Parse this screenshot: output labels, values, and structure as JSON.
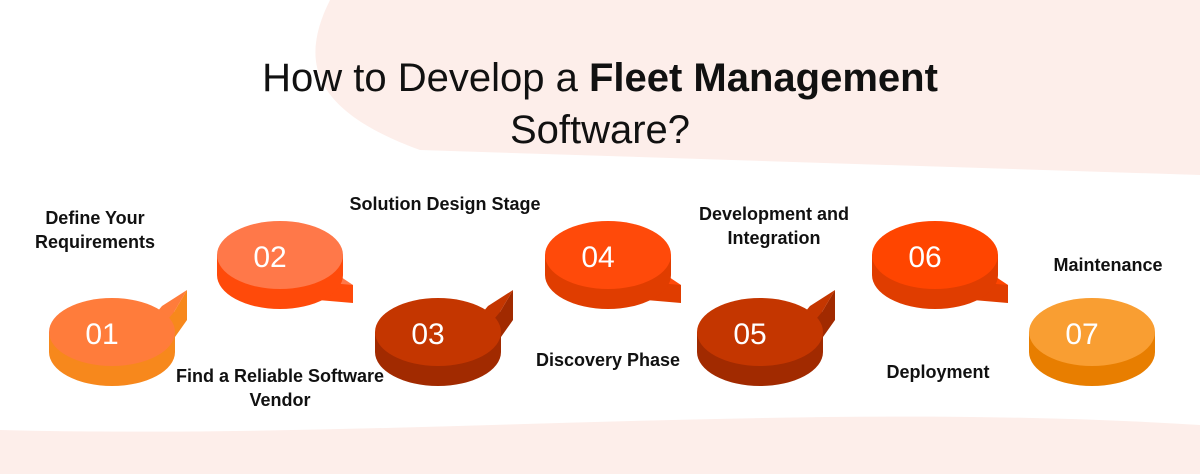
{
  "title": {
    "line1_regular": "How to Develop a ",
    "line1_bold": "Fleet Management",
    "line2": "Software?"
  },
  "steps": [
    {
      "number": "01",
      "label": "Define Your Requirements",
      "top_color": "#FF7C3B",
      "side_color": "#F7881C",
      "arrow": "up"
    },
    {
      "number": "02",
      "label": "Find a Reliable Software Vendor",
      "top_color": "#FF7849",
      "side_color": "#FF4A0A",
      "arrow": "down"
    },
    {
      "number": "03",
      "label": "Solution Design Stage",
      "top_color": "#C43600",
      "side_color": "#A12A00",
      "arrow": "up"
    },
    {
      "number": "04",
      "label": "Discovery Phase",
      "top_color": "#FF4A0A",
      "side_color": "#E03D00",
      "arrow": "down"
    },
    {
      "number": "05",
      "label": "Development and Integration",
      "top_color": "#C43600",
      "side_color": "#A12A00",
      "arrow": "up"
    },
    {
      "number": "06",
      "label": "Deployment",
      "top_color": "#FF4500",
      "side_color": "#E03D00",
      "arrow": "down"
    },
    {
      "number": "07",
      "label": "Maintenance",
      "top_color": "#F99E32",
      "side_color": "#E87E00",
      "arrow": "none"
    }
  ],
  "colors": {
    "background_blob": "#FDEDEA"
  }
}
